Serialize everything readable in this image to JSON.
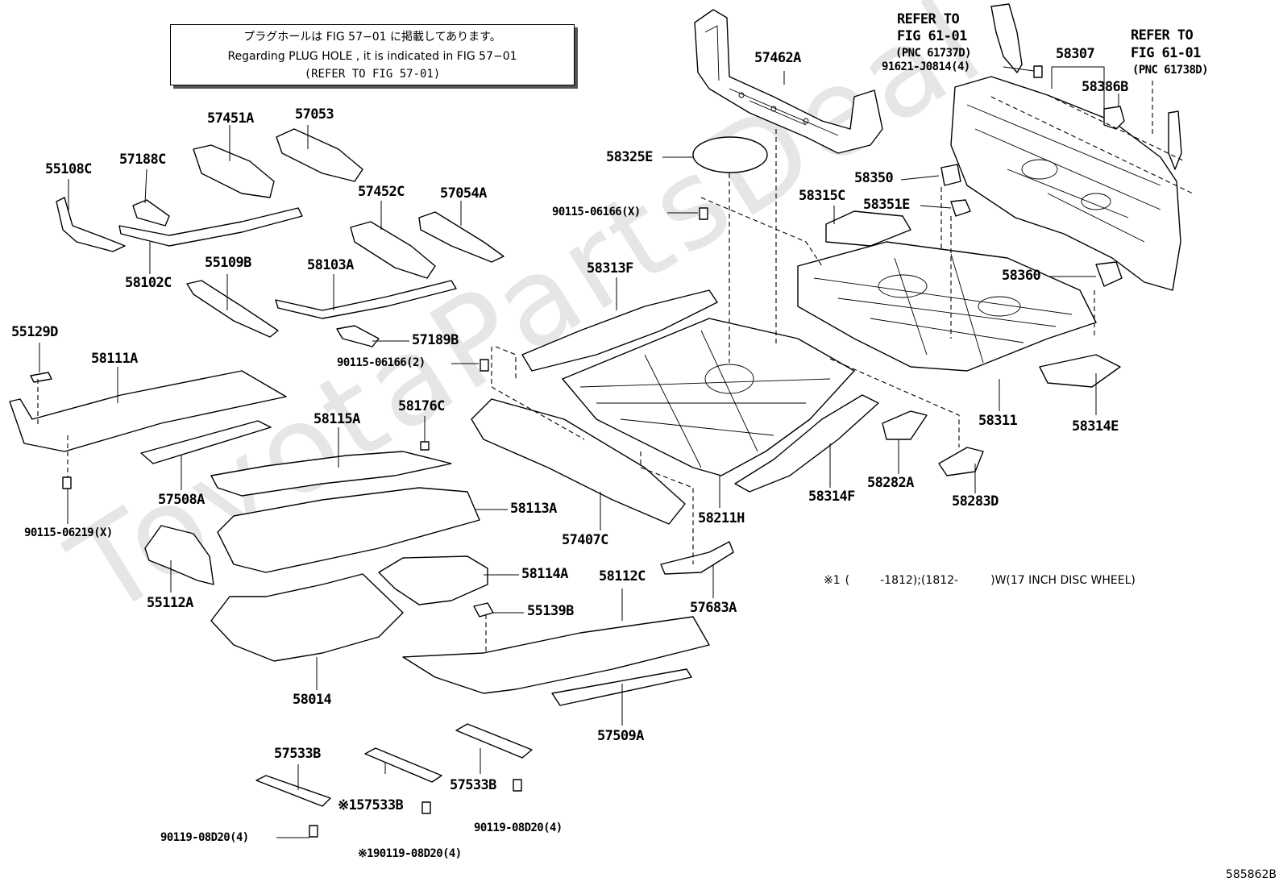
{
  "note": {
    "line_jp": "プラグホールは FIG 57−01 に掲載してあります。",
    "line_en": "Regarding PLUG HOLE , it is indicated in FIG 57−01",
    "line_ref": "(REFER TO FIG 57-01)"
  },
  "references": {
    "left": {
      "line1": "REFER TO",
      "line2": "FIG 61-01",
      "pnc": "(PNC 61737D)"
    },
    "right": {
      "line1": "REFER TO",
      "line2": "FIG 61-01",
      "pnc": "(PNC 61738D)"
    }
  },
  "remark": {
    "mark": "※1",
    "open": "(",
    "range1": "-1812);(1812-",
    "range2": ")W(17 INCH DISC WHEEL)"
  },
  "watermark": "ToyotaPartsDeal",
  "figure_id": "585862B",
  "part_labels": [
    "57462A",
    "91621-J0814(4)",
    "58307",
    "58386B",
    "58325E",
    "58350",
    "58351E",
    "58315C",
    "90115-06166(X)",
    "58313F",
    "58360",
    "58311",
    "58314E",
    "57451A",
    "57053",
    "55108C",
    "57188C",
    "57452C",
    "57054A",
    "58102C",
    "55109B",
    "58103A",
    "55129D",
    "58111A",
    "57189B",
    "90115-06166(2)",
    "58176C",
    "58115A",
    "57508A",
    "58113A",
    "57407C",
    "58211H",
    "58314F",
    "58282A",
    "58283D",
    "90115-06219(X)",
    "55112A",
    "58114A",
    "58112C",
    "57683A",
    "55139B",
    "58014",
    "57509A",
    "57533B",
    "57533B",
    "※157533B",
    "90119-08D20(4)",
    "90119-08D20(4)",
    "※190119-08D20(4)"
  ]
}
